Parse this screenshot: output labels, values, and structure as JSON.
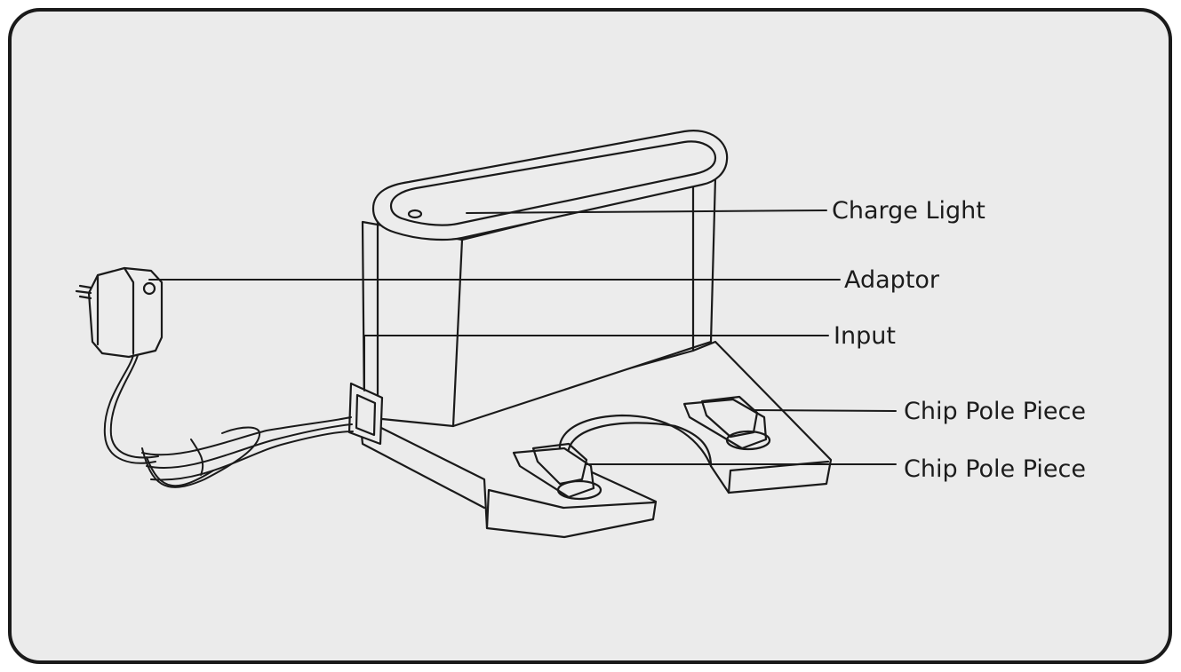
{
  "diagram": {
    "labels": {
      "charge_light": "Charge Light",
      "adaptor": "Adaptor",
      "input": "Input",
      "chip_pole_piece_right": "Chip Pole Piece",
      "chip_pole_piece_left": "Chip Pole Piece"
    },
    "colors": {
      "background": "#ebebeb",
      "stroke": "#1a1a1a"
    }
  }
}
